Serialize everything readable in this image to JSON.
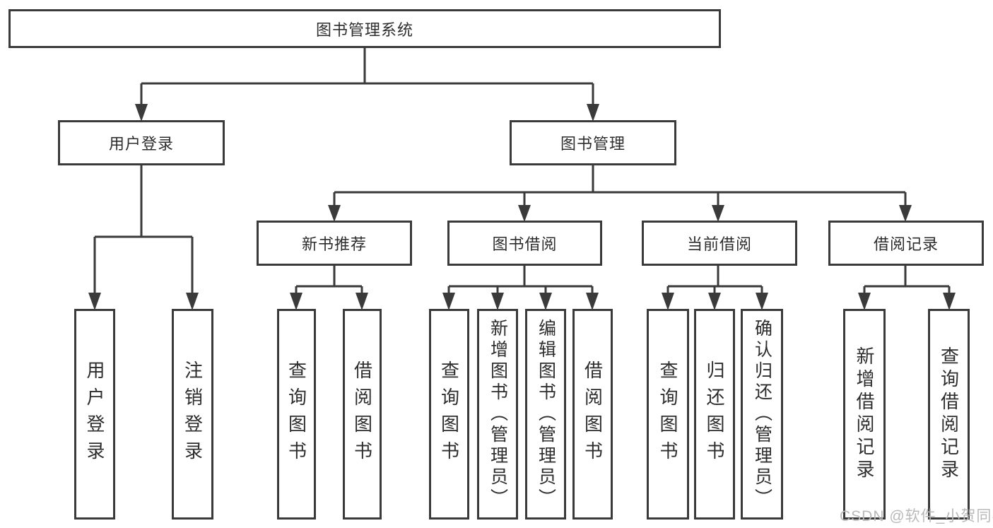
{
  "watermark": "CSDN @软件_小贺同学",
  "colors": {
    "line": "#3a3a3a",
    "box_border": "#3a3a3a",
    "text": "#2d2d2d",
    "watermark_text": "#b9b9b9",
    "background": "#ffffff"
  },
  "tree": {
    "label": "图书管理系统",
    "children": [
      {
        "label": "用户登录",
        "children": [
          {
            "label": "用户登录"
          },
          {
            "label": "注销登录"
          }
        ]
      },
      {
        "label": "图书管理",
        "children": [
          {
            "label": "新书推荐",
            "children": [
              {
                "label": "查询图书"
              },
              {
                "label": "借阅图书"
              }
            ]
          },
          {
            "label": "图书借阅",
            "children": [
              {
                "label": "查询图书"
              },
              {
                "label": "新增图书（管理员）"
              },
              {
                "label": "编辑图书（管理员）"
              },
              {
                "label": "借阅图书"
              }
            ]
          },
          {
            "label": "当前借阅",
            "children": [
              {
                "label": "查询图书"
              },
              {
                "label": "归还图书"
              },
              {
                "label": "确认归还（管理员）"
              }
            ]
          },
          {
            "label": "借阅记录",
            "children": [
              {
                "label": "新增借阅记录"
              },
              {
                "label": "查询借阅记录"
              }
            ]
          }
        ]
      }
    ]
  }
}
